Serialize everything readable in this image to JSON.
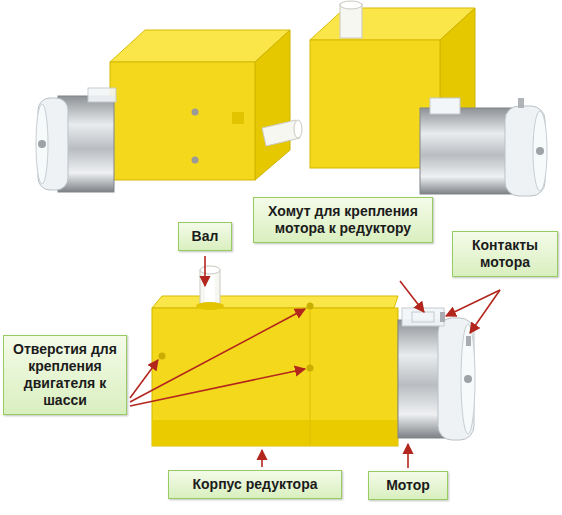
{
  "diagram": {
    "nodes": [
      {
        "text": [
          "Вал"
        ]
      },
      {
        "text": [
          "Хомут для крепления мотора к редуктору"
        ]
      },
      {
        "text": [
          "Контакты мотора"
        ]
      },
      {
        "text": [
          "Отверстия для крепления двигателя к шасси"
        ]
      },
      {
        "text": [
          "Корпус редуктора"
        ]
      },
      {
        "text": [
          "Мотор"
        ]
      }
    ]
  }
}
